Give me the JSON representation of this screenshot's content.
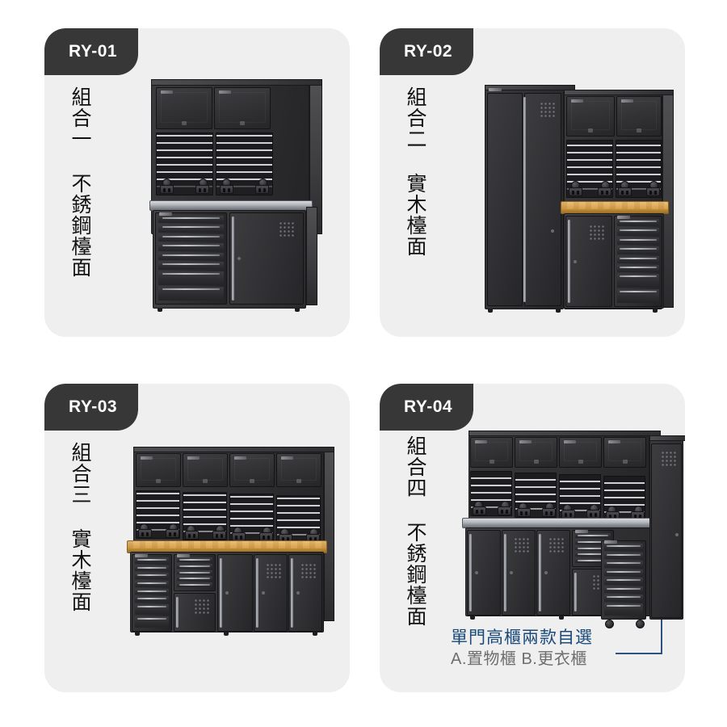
{
  "page": {
    "background": "#ffffff",
    "card_background": "#efefef",
    "badge_background": "#373737",
    "accent_blue": "#1a4a7a",
    "caption_gray": "#6e6e6e",
    "wood_top_color": "#dba855",
    "steel_top_color": "#b7babf"
  },
  "cards": [
    {
      "code": "RY-01",
      "caption": "組合一 不銹鋼檯面",
      "countertop": "stainless",
      "modules": [
        "wall-cabinet",
        "wall-cabinet",
        "pegboard",
        "pegboard",
        "drawer-bank",
        "door-cabinet"
      ]
    },
    {
      "code": "RY-02",
      "caption": "組合二 實木檯面",
      "countertop": "wood",
      "modules": [
        "tall-locker",
        "wall-cabinet",
        "wall-cabinet",
        "pegboard",
        "pegboard",
        "door-cabinet",
        "drawer-bank"
      ]
    },
    {
      "code": "RY-03",
      "caption": "組合三 實木檯面",
      "countertop": "wood",
      "modules": [
        "wall-cabinet",
        "wall-cabinet",
        "wall-cabinet",
        "wall-cabinet",
        "pegboard",
        "pegboard",
        "pegboard",
        "pegboard",
        "drawer-bank",
        "drawer-bank",
        "door-cabinet",
        "door-cabinet",
        "door-cabinet"
      ]
    },
    {
      "code": "RY-04",
      "caption": "組合四 不銹鋼檯面",
      "countertop": "stainless",
      "modules": [
        "wall-cabinet",
        "wall-cabinet",
        "wall-cabinet",
        "wall-cabinet",
        "pegboard",
        "pegboard",
        "pegboard",
        "pegboard",
        "door-cabinet",
        "door-cabinet",
        "drawer-bank",
        "rolling-tool-cart",
        "tall-locker"
      ],
      "annotation": {
        "headline": "單門高櫃兩款自選",
        "options": "A.置物櫃 B.更衣櫃"
      }
    }
  ]
}
